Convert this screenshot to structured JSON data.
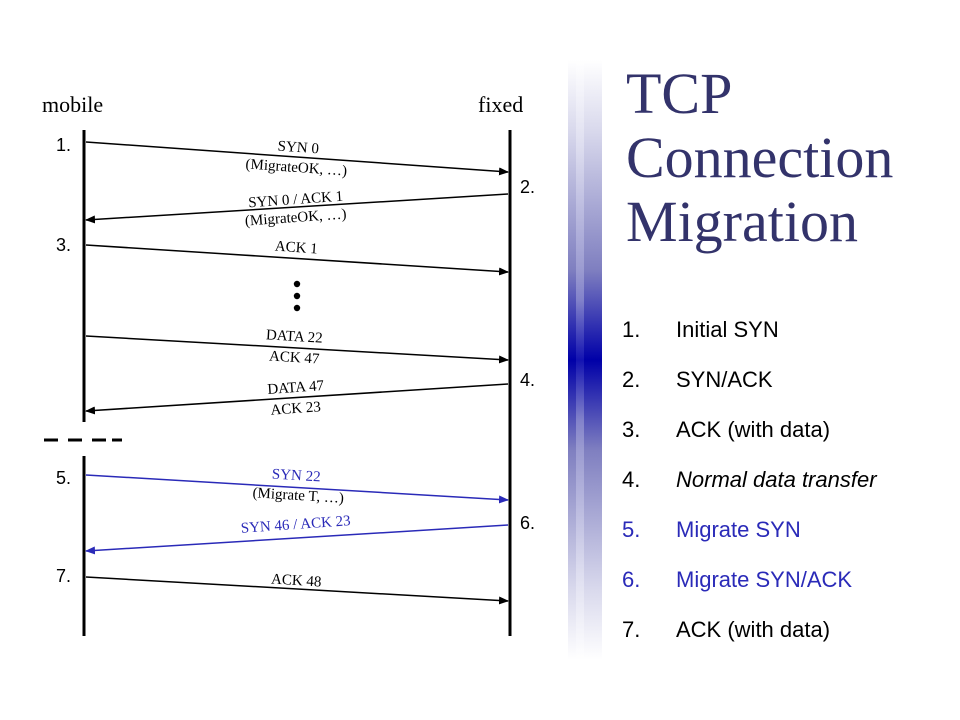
{
  "diagram": {
    "mobile_label": "mobile",
    "fixed_label": "fixed",
    "steps": {
      "s1": "1.",
      "s2": "2.",
      "s3": "3.",
      "s4": "4.",
      "s5": "5.",
      "s6": "6.",
      "s7": "7."
    },
    "messages": {
      "m1": {
        "line1": "SYN 0",
        "line2": "(MigrateOK, …)"
      },
      "m2": {
        "line1": "SYN 0 / ACK 1",
        "line2": "(MigrateOK, …)"
      },
      "m3": {
        "line1": "ACK 1"
      },
      "m4": {
        "line1": "DATA 22",
        "line2": "ACK 47"
      },
      "m5": {
        "line1": "DATA 47",
        "line2": "ACK 23"
      },
      "m6": {
        "line1": "SYN 22",
        "line2": "(Migrate T, …)"
      },
      "m7": {
        "line1": "SYN 46 / ACK 23"
      },
      "m8": {
        "line1": "ACK 48"
      }
    }
  },
  "title": {
    "line1": "TCP",
    "line2": "Connection",
    "line3": "Migration"
  },
  "list": [
    {
      "num": "1.",
      "text": "Initial SYN"
    },
    {
      "num": "2.",
      "text": "SYN/ACK"
    },
    {
      "num": "3.",
      "text": "ACK (with data)"
    },
    {
      "num": "4.",
      "text": "Normal data transfer"
    },
    {
      "num": "5.",
      "text": "Migrate SYN"
    },
    {
      "num": "6.",
      "text": "Migrate SYN/ACK"
    },
    {
      "num": "7.",
      "text": "ACK (with data)"
    }
  ],
  "colors": {
    "title": "#33336b",
    "migration_arrow": "#2a2ab8",
    "normal_arrow": "#000000",
    "accent_bar": "#0000a8"
  }
}
